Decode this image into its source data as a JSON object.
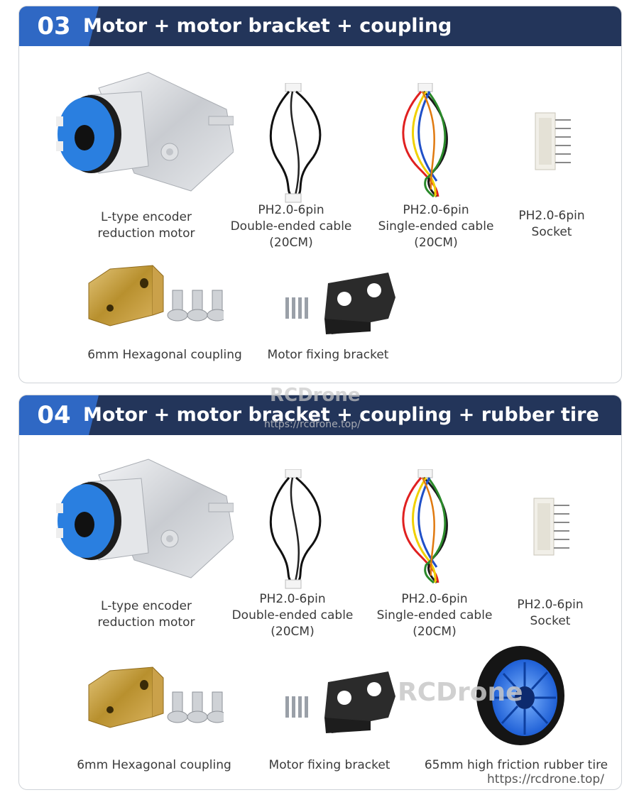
{
  "sections": [
    {
      "number": "03",
      "title": "Motor + motor bracket + coupling",
      "items": [
        {
          "label_lines": [
            "L-type encoder",
            "reduction motor"
          ]
        },
        {
          "label_lines": [
            "PH2.0-6pin",
            "Double-ended cable",
            "(20CM)"
          ]
        },
        {
          "label_lines": [
            "PH2.0-6pin",
            "Single-ended cable",
            "(20CM)"
          ]
        },
        {
          "label_lines": [
            "PH2.0-6pin",
            "Socket"
          ]
        },
        {
          "label_lines": [
            "6mm Hexagonal coupling"
          ]
        },
        {
          "label_lines": [
            "Motor fixing bracket"
          ]
        }
      ]
    },
    {
      "number": "04",
      "title": "Motor + motor bracket + coupling + rubber tire",
      "items": [
        {
          "label_lines": [
            "L-type encoder",
            "reduction motor"
          ]
        },
        {
          "label_lines": [
            "PH2.0-6pin",
            "Double-ended cable",
            "(20CM)"
          ]
        },
        {
          "label_lines": [
            "PH2.0-6pin",
            "Single-ended cable",
            "(20CM)"
          ]
        },
        {
          "label_lines": [
            "PH2.0-6pin",
            "Socket"
          ]
        },
        {
          "label_lines": [
            "6mm Hexagonal coupling"
          ]
        },
        {
          "label_lines": [
            "Motor fixing bracket"
          ]
        },
        {
          "label_lines": [
            "65mm high friction rubber tire"
          ]
        }
      ]
    }
  ],
  "watermark": {
    "brand": "RCDrone",
    "url_small": "https://rcdrone.top/",
    "url_footer": "https://rcdrone.top/"
  }
}
